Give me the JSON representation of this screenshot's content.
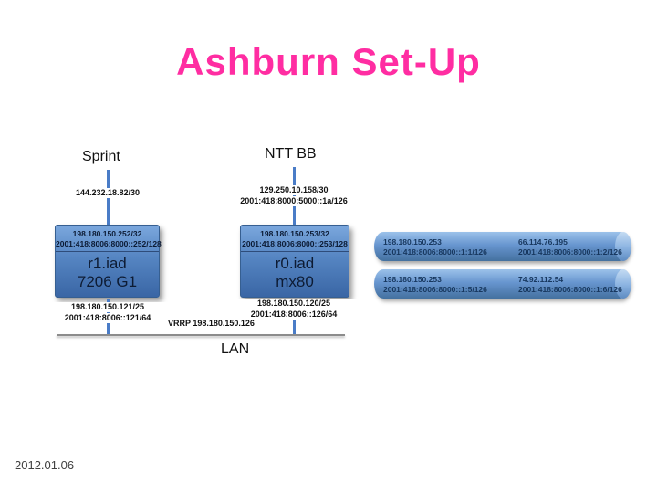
{
  "title": "Ashburn Set-Up",
  "date": "2012.01.06",
  "labels": {
    "sprint": "Sprint",
    "ntt": "NTT BB",
    "lan": "LAN",
    "vrrp": "VRRP 198.180.150.126"
  },
  "uplinks": {
    "sprint_v4": "144.232.18.82/30",
    "ntt_v4": "129.250.10.158/30",
    "ntt_v6": "2001:418:8000:5000::1a/126"
  },
  "routers": {
    "r1": {
      "loopback_v4": "198.180.150.252/32",
      "loopback_v6": "2001:418:8006:8000::252/128",
      "name": "r1.iad",
      "model": "7206 G1",
      "lan_v4": "198.180.150.121/25",
      "lan_v6": "2001:418:8006::121/64"
    },
    "r0": {
      "loopback_v4": "198.180.150.253/32",
      "loopback_v6": "2001:418:8006:8000::253/128",
      "name": "r0.iad",
      "model": "mx80",
      "lan_v4": "198.180.150.120/25",
      "lan_v6": "2001:418:8006::126/64"
    }
  },
  "tunnels": [
    {
      "local_v4": "198.180.150.253",
      "local_v6": "2001:418:8006:8000::1:1/126",
      "remote_v4": "66.114.76.195",
      "remote_v6": "2001:418:8006:8000::1:2/126"
    },
    {
      "local_v4": "198.180.150.253",
      "local_v6": "2001:418:8006:8000::1:5/126",
      "remote_v4": "74.92.112.54",
      "remote_v6": "2001:418:8006:8000::1:6/126"
    }
  ],
  "colors": {
    "title_pink": "#ff2da2",
    "router_blue": "#5585c2",
    "connector_blue": "#4a7cc7",
    "lan_gray": "#8c8c8c"
  }
}
